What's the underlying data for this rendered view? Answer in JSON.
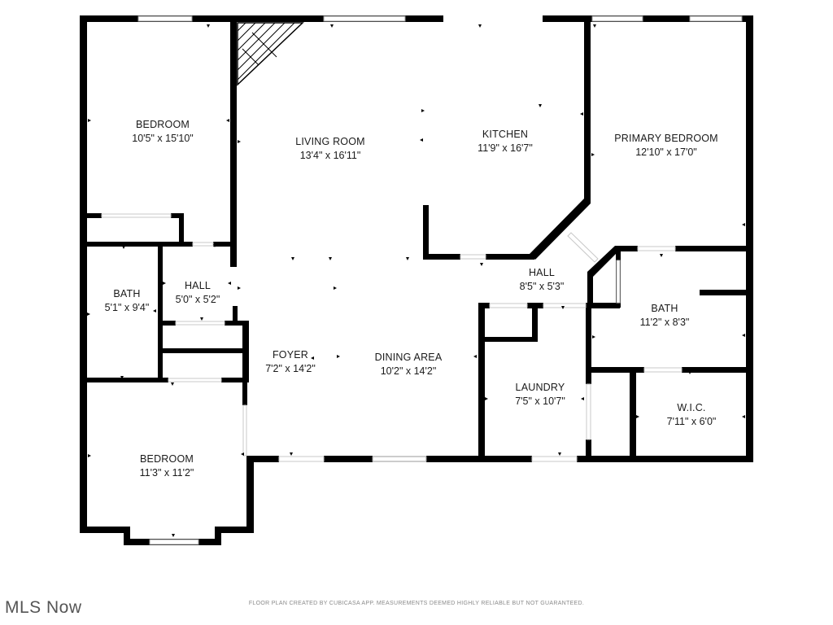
{
  "rooms": [
    {
      "name": "BEDROOM",
      "dim": "10'5\" x 15'10\""
    },
    {
      "name": "LIVING ROOM",
      "dim": "13'4\" x 16'11\""
    },
    {
      "name": "KITCHEN",
      "dim": "11'9\" x 16'7\""
    },
    {
      "name": "PRIMARY BEDROOM",
      "dim": "12'10\" x 17'0\""
    },
    {
      "name": "BATH",
      "dim": "5'1\" x 9'4\""
    },
    {
      "name": "HALL",
      "dim": "5'0\" x 5'2\""
    },
    {
      "name": "HALL",
      "dim": "8'5\" x 5'3\""
    },
    {
      "name": "BATH",
      "dim": "11'2\" x 8'3\""
    },
    {
      "name": "FOYER",
      "dim": "7'2\" x 14'2\""
    },
    {
      "name": "DINING AREA",
      "dim": "10'2\" x 14'2\""
    },
    {
      "name": "LAUNDRY",
      "dim": "7'5\" x 10'7\""
    },
    {
      "name": "W.I.C.",
      "dim": "7'11\" x 6'0\""
    },
    {
      "name": "BEDROOM",
      "dim": "11'3\" x 11'2\""
    }
  ],
  "footer": {
    "note": "FLOOR PLAN CREATED BY CUBICASA APP. MEASUREMENTS DEEMED HIGHLY RELIABLE BUT NOT GUARANTEED."
  },
  "brand": {
    "text": "MLS Now"
  },
  "colors": {
    "wall": "#000000",
    "text": "#1a1a1a",
    "footer": "#8a8a8a",
    "brand": "#555555"
  }
}
